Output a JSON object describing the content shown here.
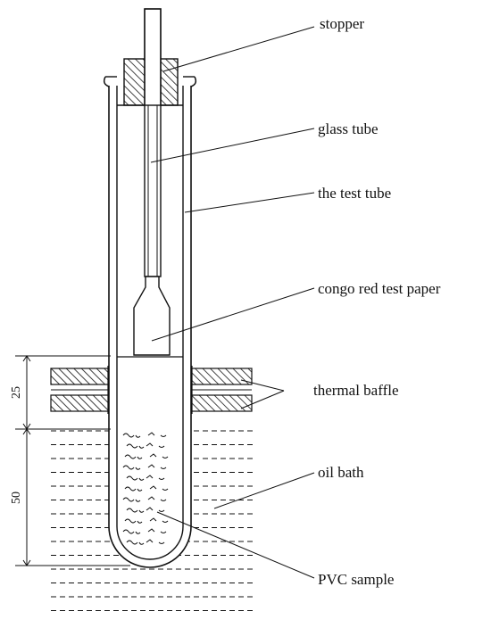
{
  "labels": {
    "stopper": "stopper",
    "glass_tube": "glass tube",
    "test_tube": "the test tube",
    "congo_red": "congo red test paper",
    "thermal_baffle": "thermal baffle",
    "oil_bath": "oil bath",
    "pvc_sample": "PVC sample"
  },
  "dimensions": {
    "upper": "25",
    "lower": "50"
  },
  "colors": {
    "ink": "#111111",
    "background": "#ffffff"
  }
}
